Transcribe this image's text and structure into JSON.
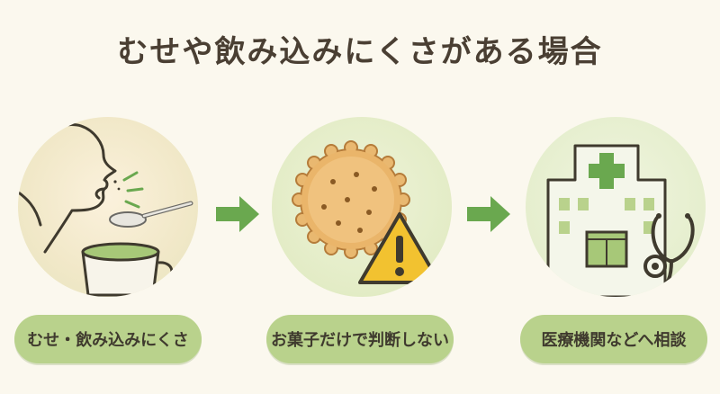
{
  "title": "むせや飲み込みにくさがある場合",
  "colors": {
    "background": "#fbf8ee",
    "label_pill": "#b9d28c",
    "arrow": "#6aa84f",
    "title_text": "#4a3f33",
    "warning": "#f2c230"
  },
  "steps": [
    {
      "label": "むせ・飲み込みにくさ",
      "icon": "choking-person-with-spoon-and-cup-icon"
    },
    {
      "label": "お菓子だけで判断しない",
      "icon": "cracker-with-warning-sign-icon"
    },
    {
      "label": "医療機関などへ相談",
      "icon": "hospital-with-stethoscope-icon"
    }
  ],
  "arrows": [
    "right-arrow-icon",
    "right-arrow-icon"
  ]
}
